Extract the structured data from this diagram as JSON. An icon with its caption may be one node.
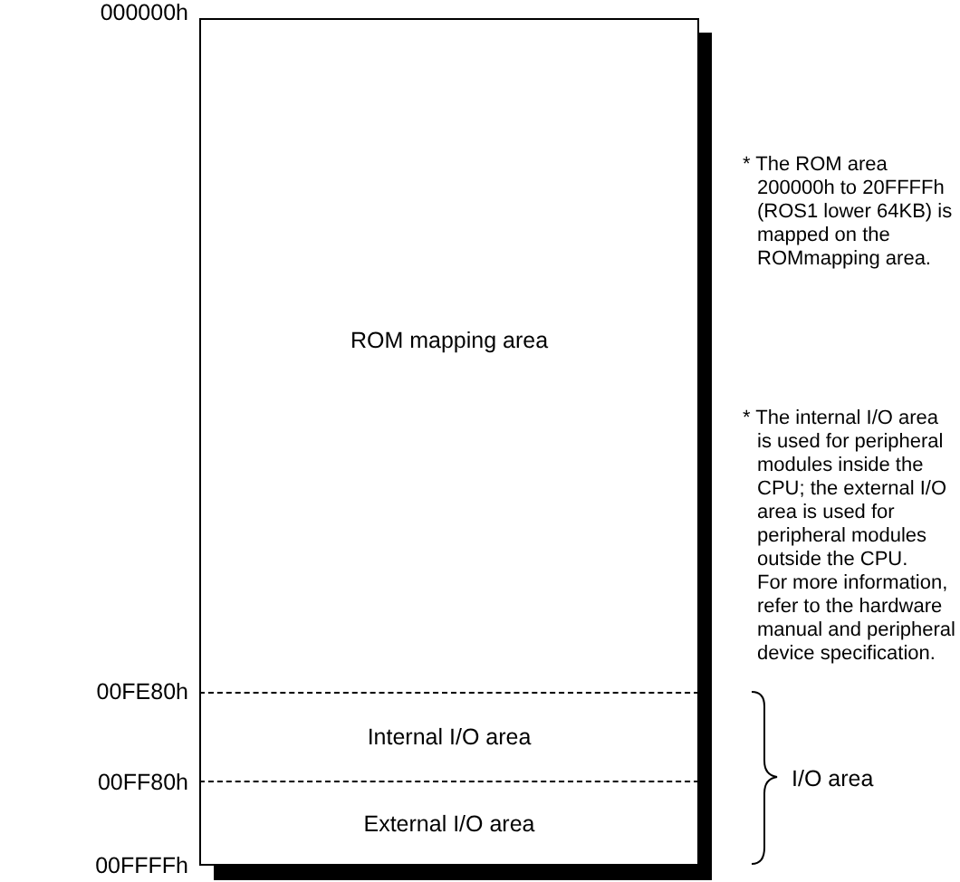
{
  "diagram": {
    "nodes": [
      {
        "text": [
          "ROM mapping area"
        ]
      },
      {
        "text": [
          "Internal I/O area"
        ]
      },
      {
        "text": [
          "External I/O area"
        ]
      }
    ],
    "edges": [],
    "labels": [
      "000000h",
      "* The ROM area 200000h to 20FFFFh (ROS1 lower 64KB) is mapped on the ROMmapping area.",
      "* The internal I/O area is used for peripheral modules inside the CPU; the external I/O area is used for peripheral modules outside the CPU.",
      "For more information, refer to the hardware manual and peripheral device specification.",
      "00FE80h",
      "00FF80h",
      "I/O area",
      "00FFFFh"
    ]
  }
}
